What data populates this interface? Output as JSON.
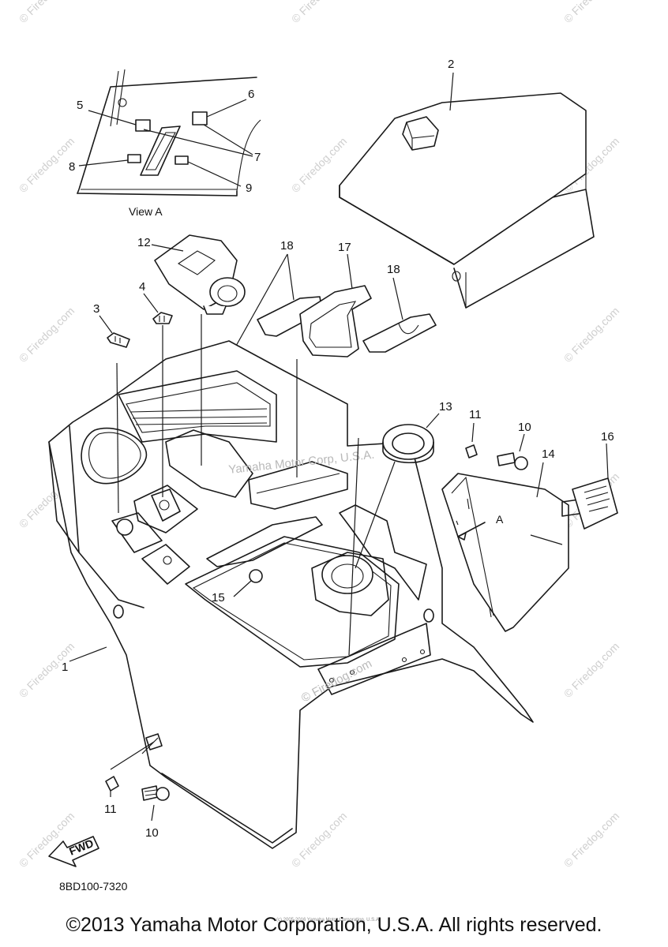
{
  "diagram": {
    "callouts": {
      "p1": "1",
      "p2": "2",
      "p3": "3",
      "p4": "4",
      "p5": "5",
      "p6": "6",
      "p7": "7",
      "p8": "8",
      "p9": "9",
      "p10a": "10",
      "p10b": "10",
      "p11a": "11",
      "p11b": "11",
      "p12": "12",
      "p13": "13",
      "p14": "14",
      "p15": "15",
      "p16": "16",
      "p17": "17",
      "p18a": "18",
      "p18b": "18"
    },
    "view_a_label": "View A",
    "view_marker": "A",
    "fwd_label": "FWD",
    "drawing_code": "8BD100-7320",
    "mid_watermark": "Yamaha Motor Corp, U.S.A.",
    "watermark": "© Firedog.com",
    "inline_watermark": "© Firedog.com"
  },
  "footer": {
    "copyright": "©2013 Yamaha Motor Corporation, U.S.A. All rights reserved.",
    "fine_print": "(c) 2005-2016 Yamaha Motor Corporation, U.S.A."
  }
}
